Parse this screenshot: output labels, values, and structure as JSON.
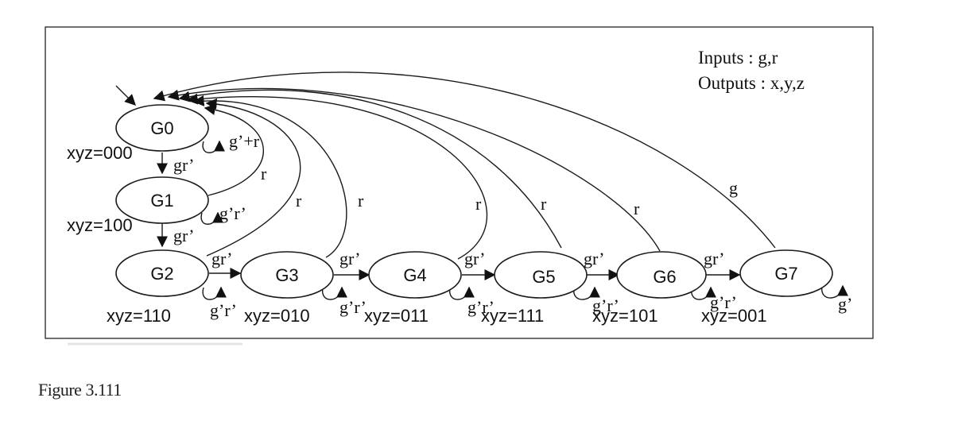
{
  "legend": {
    "inputs": "Inputs : g,r",
    "outputs": "Outputs : x,y,z"
  },
  "states": [
    {
      "id": "G0",
      "output": "xyz=000"
    },
    {
      "id": "G1",
      "output": "xyz=100"
    },
    {
      "id": "G2",
      "output": "xyz=110"
    },
    {
      "id": "G3",
      "output": "xyz=010"
    },
    {
      "id": "G4",
      "output": "xyz=011"
    },
    {
      "id": "G5",
      "output": "xyz=111"
    },
    {
      "id": "G6",
      "output": "xyz=101"
    },
    {
      "id": "G7",
      "output": "xyz=001"
    }
  ],
  "self_loops": [
    "g’+r",
    "g’r’",
    "g’r’",
    "g’r’",
    "g’r’",
    "g’r’",
    "g’r’",
    "g’"
  ],
  "forward_labels": [
    "gr’",
    "gr’",
    "gr’",
    "gr’",
    "gr’",
    "gr’",
    "gr’"
  ],
  "return_labels": [
    "r",
    "r",
    "r",
    "r",
    "r",
    "r",
    "g"
  ],
  "caption": "Figure 3.111"
}
